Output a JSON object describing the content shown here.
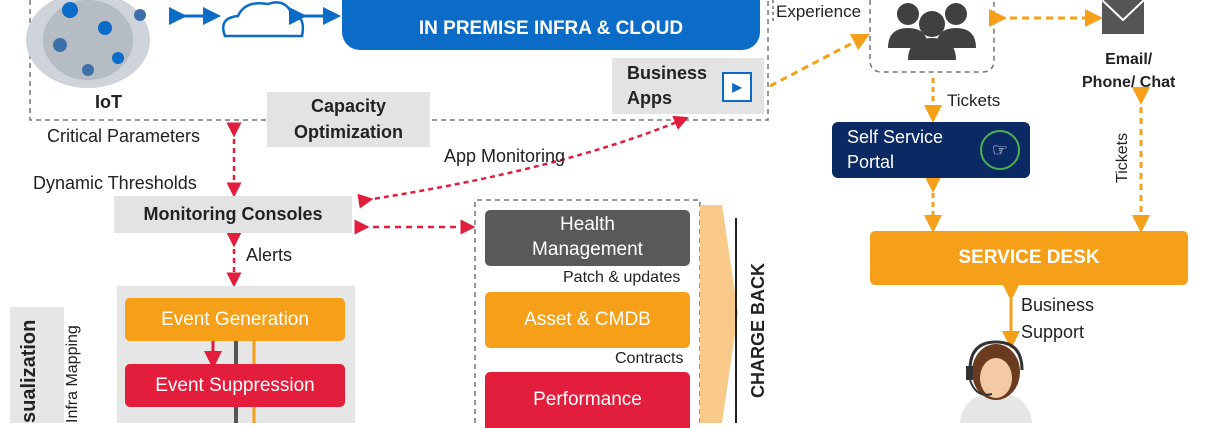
{
  "top": {
    "iot_label": "IoT",
    "infra_cloud_label": "IN PREMISE INFRA & CLOUD",
    "business_apps_label": "Business\nApps",
    "capacity_label": "Capacity\nOptimization",
    "experience_label": "Experience",
    "email_label": "Email/\nPhone/ Chat"
  },
  "left": {
    "critical_parameters": "Critical Parameters",
    "dynamic_thresholds": "Dynamic Thresholds",
    "app_monitoring": "App Monitoring",
    "monitoring_consoles": "Monitoring Consoles",
    "alerts": "Alerts",
    "event_generation": "Event Generation",
    "event_suppression": "Event Suppression",
    "visualization_partial": "sualization",
    "infra_mapping": "Infra Mapping"
  },
  "middle": {
    "health_management": "Health\nManagement",
    "patch_updates": "Patch & updates",
    "asset_cmdb": "Asset & CMDB",
    "contracts": "Contracts",
    "performance": "Performance",
    "charge_back": "CHARGE BACK"
  },
  "right": {
    "tickets_top": "Tickets",
    "self_service_portal": "Self Service\nPortal",
    "tickets_side": "Tickets",
    "service_desk": "SERVICE DESK",
    "business_support": "Business\nSupport"
  },
  "colors": {
    "blue": "#0a6cc7",
    "orange": "#f6a01a",
    "red": "#e31d3c",
    "navy": "#0b2a63",
    "gray": "#595959"
  }
}
